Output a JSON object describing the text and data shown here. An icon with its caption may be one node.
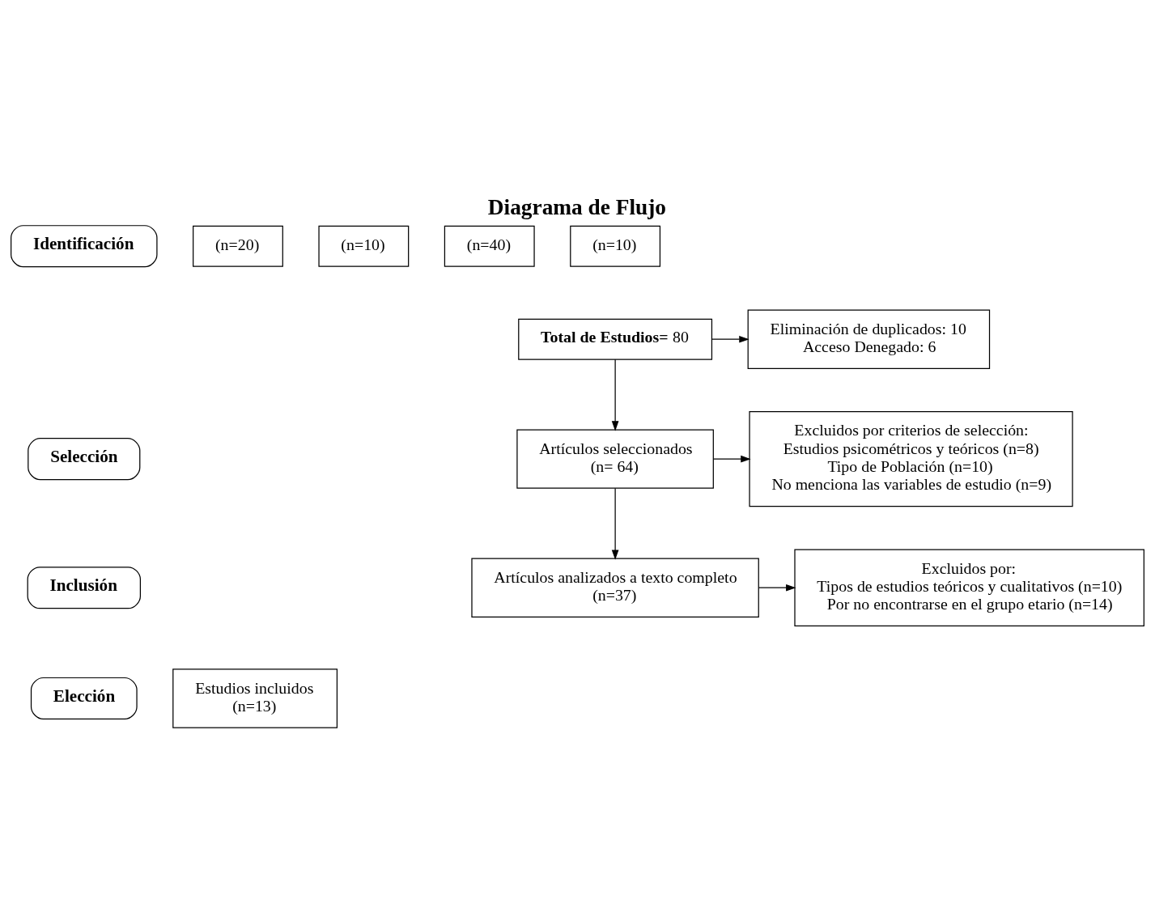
{
  "diagram": {
    "title": "Diagrama de Flujo",
    "nodes": [
      {
        "text": [
          "Identificación"
        ]
      },
      {
        "text": [
          "(n=20)"
        ]
      },
      {
        "text": [
          "(n=10)"
        ]
      },
      {
        "text": [
          "(n=40)"
        ]
      },
      {
        "text": [
          "(n=10)"
        ]
      },
      {
        "text": [
          "**Total de Estudios=** 80"
        ]
      },
      {
        "text": [
          "Eliminación de duplicados: 10",
          "Acceso Denegado: 6"
        ]
      },
      {
        "text": [
          "Selección"
        ]
      },
      {
        "text": [
          "Artículos seleccionados",
          "(n= 64)"
        ]
      },
      {
        "text": [
          "Excluidos por criterios de selección:",
          "Estudios psicométricos y teóricos (n=8)",
          "Tipo de Población (n=10)",
          "No menciona las variables de estudio (n=9)"
        ]
      },
      {
        "text": [
          "Inclusión"
        ]
      },
      {
        "text": [
          "Artículos analizados a texto completo",
          "(n=37)"
        ]
      },
      {
        "text": [
          "Excluidos por:",
          "Tipos de estudios teóricos y cualitativos (n=10)",
          "Por no encontrarse en el grupo etario (n=14)"
        ]
      },
      {
        "text": [
          "Elección"
        ]
      },
      {
        "text": [
          "Estudios incluidos",
          "(n=13)"
        ]
      }
    ],
    "edges": [
      {
        "from": 5,
        "to": 6,
        "arrow": "to"
      },
      {
        "from": 5,
        "to": 8,
        "arrow": "to"
      },
      {
        "from": 8,
        "to": 9,
        "arrow": "to"
      },
      {
        "from": 8,
        "to": 11,
        "arrow": "to"
      },
      {
        "from": 11,
        "to": 12,
        "arrow": "to"
      }
    ]
  }
}
